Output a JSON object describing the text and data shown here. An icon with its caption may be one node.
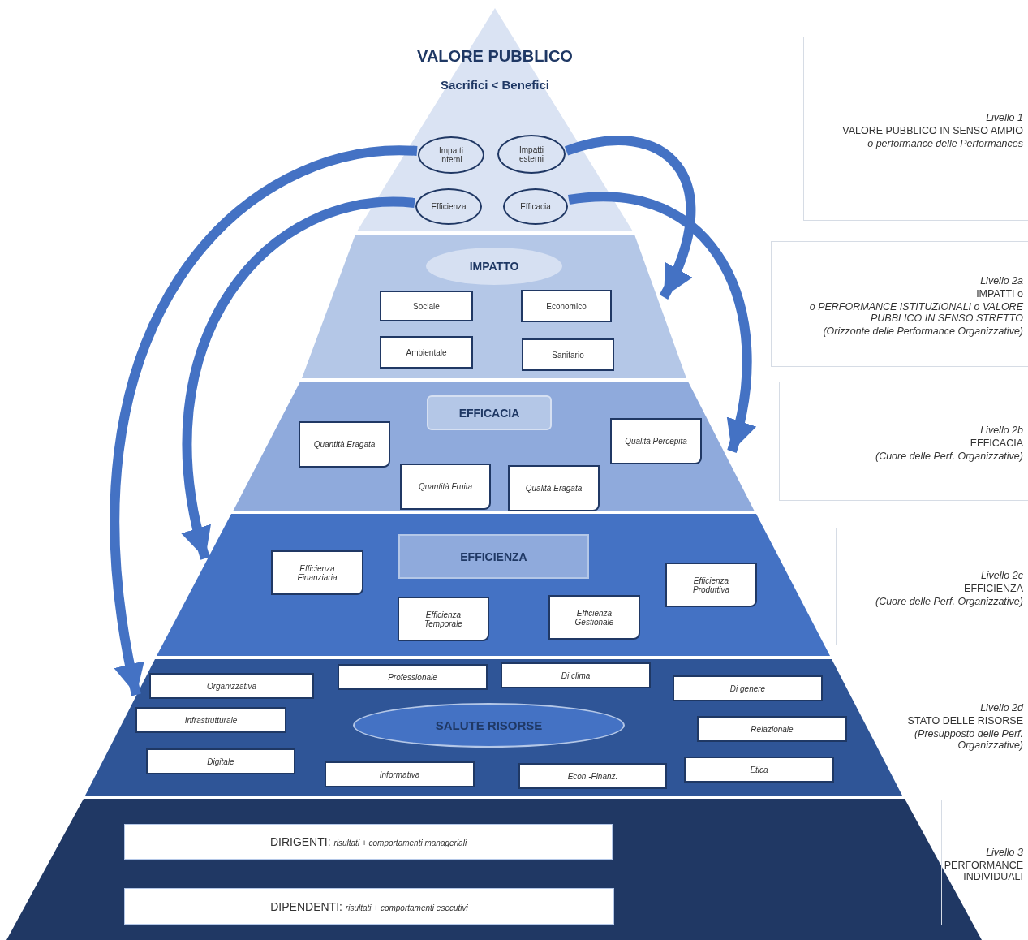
{
  "diagram": {
    "nodes": [
      {
        "text": [
          "VALORE PUBBLICO",
          "Sacrifici < Benefici"
        ]
      },
      {
        "text": [
          "Impatti interni"
        ],
        "in": 0
      },
      {
        "text": [
          "Impatti esterni"
        ],
        "in": 0
      },
      {
        "text": [
          "Efficienza"
        ],
        "in": 0
      },
      {
        "text": [
          "Efficacia"
        ],
        "in": 0
      },
      {
        "text": [],
        "shape": "band"
      },
      {
        "text": [
          "IMPATTO"
        ],
        "in": 5
      },
      {
        "text": [
          "Sociale"
        ],
        "in": 5
      },
      {
        "text": [
          "Economico"
        ],
        "in": 5
      },
      {
        "text": [
          "Ambientale"
        ],
        "in": 5
      },
      {
        "text": [
          "Sanitario"
        ],
        "in": 5
      },
      {
        "text": [],
        "shape": "band"
      },
      {
        "text": [
          "EFFICACIA"
        ],
        "in": 11
      },
      {
        "text": [
          "Quantità Eragata"
        ],
        "in": 11
      },
      {
        "text": [
          "Qualità Percepita"
        ],
        "in": 11
      },
      {
        "text": [
          "Quantità Fruita"
        ],
        "in": 11
      },
      {
        "text": [
          "Qualità Eragata"
        ],
        "in": 11
      },
      {
        "text": [],
        "shape": "band"
      },
      {
        "text": [
          "EFFICIENZA"
        ],
        "in": 17
      },
      {
        "text": [
          "Efficienza Finanziaria"
        ],
        "in": 17
      },
      {
        "text": [
          "Efficienza Produttiva"
        ],
        "in": 17
      },
      {
        "text": [
          "Efficienza Temporale"
        ],
        "in": 17
      },
      {
        "text": [
          "Efficienza Gestionale"
        ],
        "in": 17
      },
      {
        "text": [],
        "shape": "band"
      },
      {
        "text": [
          "Organizzativa"
        ],
        "in": 23
      },
      {
        "text": [
          "Professionale"
        ],
        "in": 23
      },
      {
        "text": [
          "Di clima"
        ],
        "in": 23
      },
      {
        "text": [
          "Di genere"
        ],
        "in": 23
      },
      {
        "text": [
          "Infrastrutturale"
        ],
        "in": 23
      },
      {
        "text": [
          "SALUTE RISORSE"
        ],
        "in": 23
      },
      {
        "text": [
          "Relazionale"
        ],
        "in": 23
      },
      {
        "text": [
          "Digitale"
        ],
        "in": 23
      },
      {
        "text": [
          "Informativa"
        ],
        "in": 23
      },
      {
        "text": [
          "Econ.-Finanz."
        ],
        "in": 23
      },
      {
        "text": [
          "Etica"
        ],
        "in": 23
      },
      {
        "text": [],
        "shape": "band"
      },
      {
        "text": [
          "DIRIGENTI: *risultati + comportamenti manageriali*"
        ],
        "in": 35
      },
      {
        "text": [
          "DIPENDENTI: *risultati + comportamenti esecutivi*"
        ],
        "in": 35
      },
      {
        "text": [
          "Livello 1",
          "VALORE PUBBLICO IN SENSO AMPIO",
          "o performance delle Performances"
        ]
      },
      {
        "text": [
          "Livello 2a",
          "IMPATTI o",
          "o PERFORMANCE ISTITUZIONALI o VALORE PUBBLICO IN SENSO STRETTO",
          "(Orizzonte delle Performance Organizzative)"
        ]
      },
      {
        "text": [
          "Livello 2b",
          "EFFICACIA",
          "(Cuore delle Perf. Organizzative)"
        ]
      },
      {
        "text": [
          "Livello 2c",
          "EFFICIENZA",
          "(Cuore delle Perf. Organizzative)"
        ]
      },
      {
        "text": [
          "Livello 2d",
          "STATO DELLE RISORSE",
          "(Presupposto delle Perf. Organizzative)"
        ]
      },
      {
        "text": [
          "Livello 3",
          "PERFORMANCE INDIVIDUALI"
        ]
      }
    ],
    "edges": [
      {
        "from": 2,
        "to": 5,
        "arrow": "to"
      },
      {
        "from": 4,
        "to": 11,
        "arrow": "to"
      },
      {
        "from": 1,
        "to": 23,
        "arrow": "to"
      },
      {
        "from": 3,
        "to": 17,
        "arrow": "to"
      }
    ]
  }
}
